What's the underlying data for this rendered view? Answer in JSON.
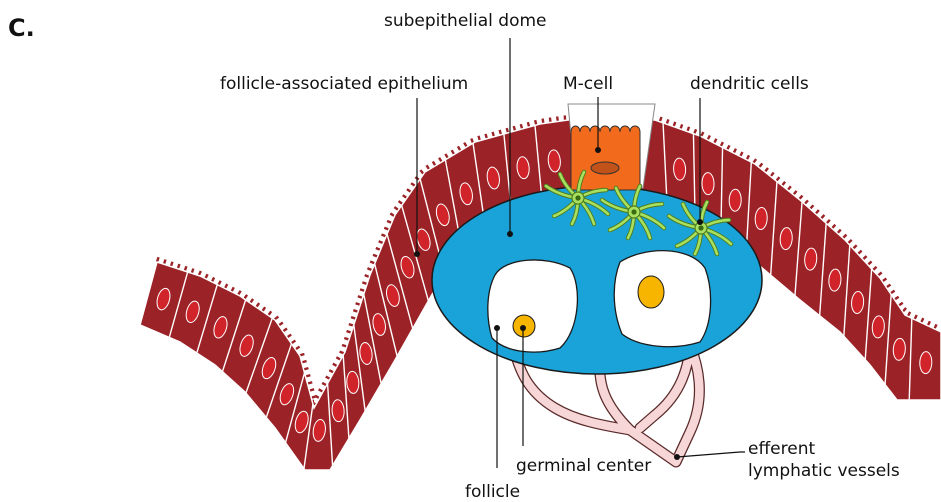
{
  "panel_label": "C.",
  "labels": {
    "subepithelial_dome": "subepithelial dome",
    "follicle_associated_epithelium": "follicle-associated epithelium",
    "m_cell": "M-cell",
    "dendritic_cells": "dendritic cells",
    "germinal_center": "germinal center",
    "efferent_line1": "efferent",
    "efferent_line2": "lymphatic vessels",
    "follicle": "follicle"
  },
  "colors": {
    "epithelial_cell": "#9b2226",
    "nucleus": "#d1232a",
    "m_cell": "#f26a1b",
    "dome": "#1aa3d8",
    "dendritic_cell": "#a8e05f",
    "germinal_center": "#f7b500",
    "lymphatic_vessel": "#f6d6d6"
  }
}
